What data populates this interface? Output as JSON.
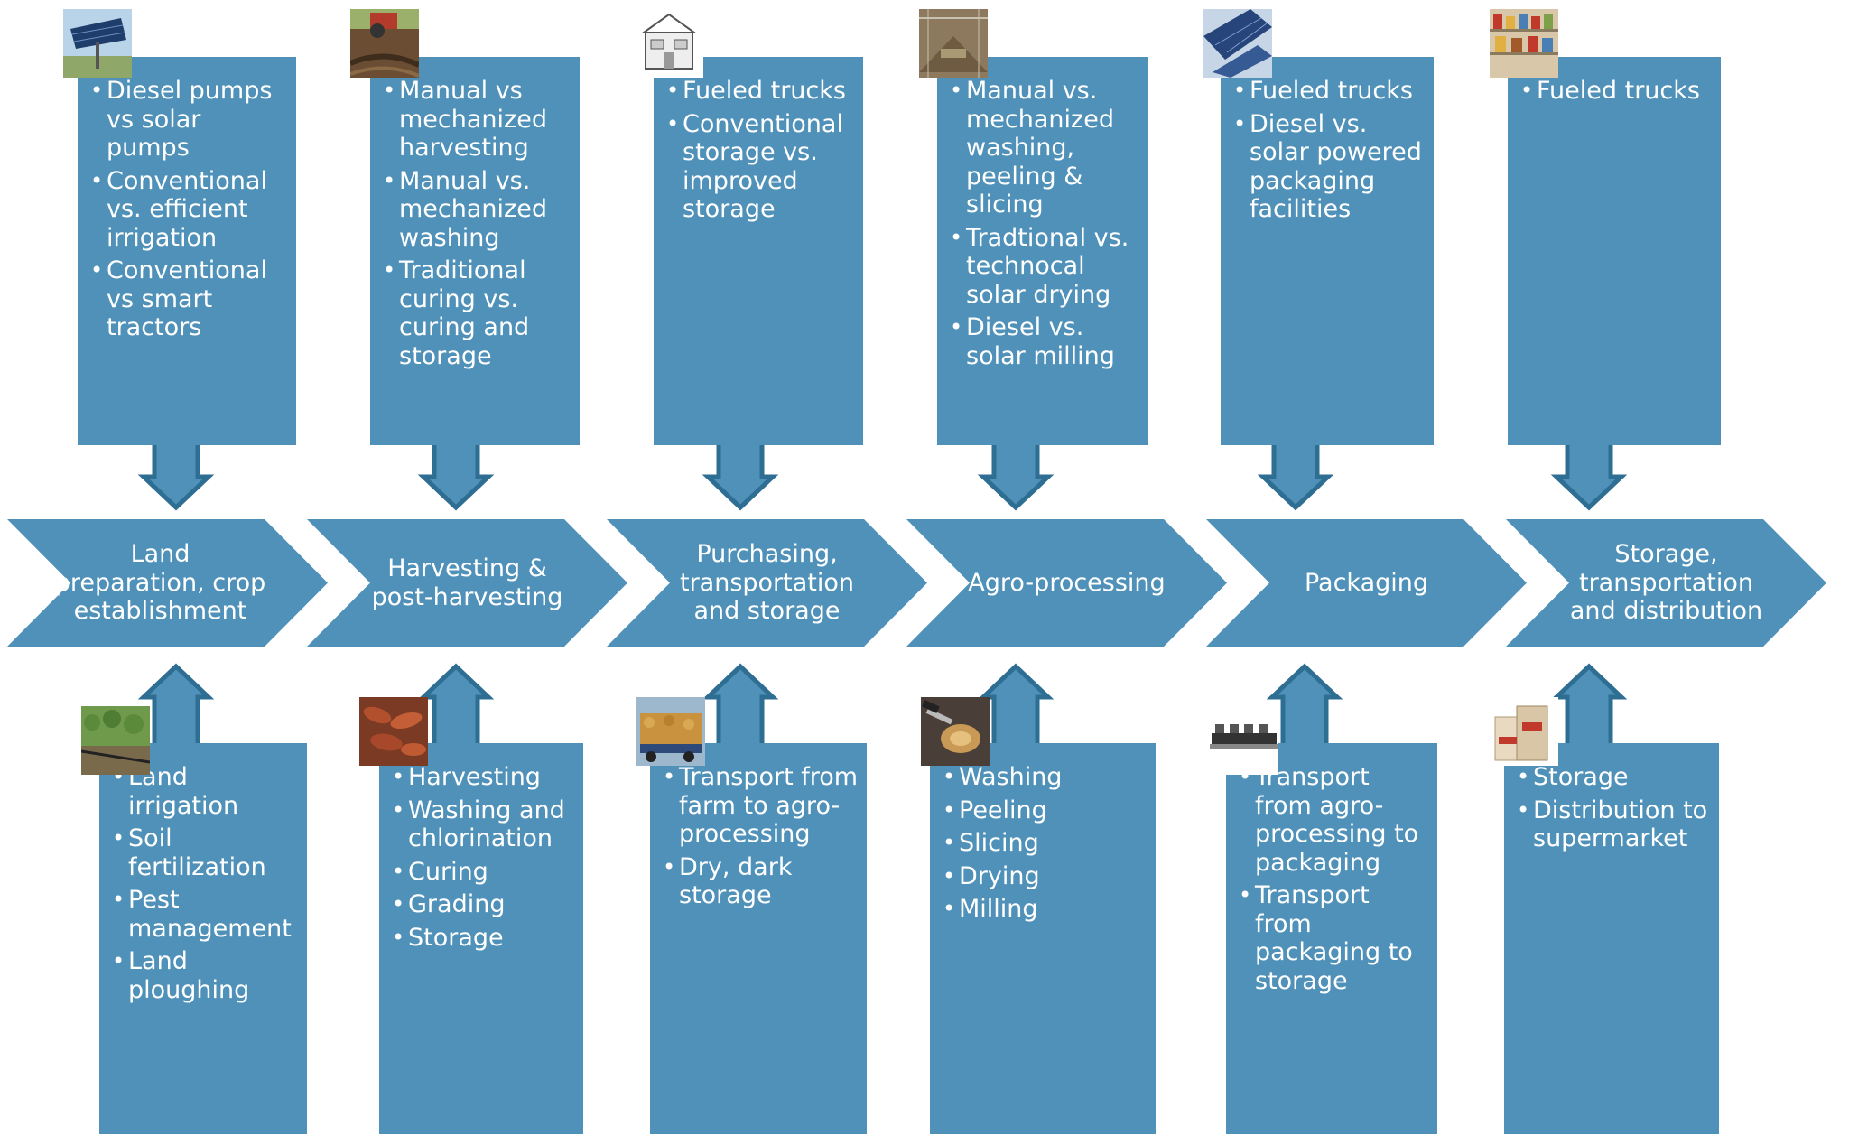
{
  "stages": [
    {
      "label": "Land preparation, crop establishment",
      "top_items": [
        "Diesel pumps vs solar pumps",
        "Conventional vs. efficient irrigation",
        "Conventional vs smart tractors"
      ],
      "bottom_items": [
        "Land irrigation",
        "Soil fertilization",
        "Pest management",
        "Land ploughing"
      ],
      "top_photo": "solar-pump-photo",
      "bottom_photo": "drip-irrigation-field-photo"
    },
    {
      "label": "Harvesting & post-harvesting",
      "top_items": [
        "Manual vs mechanized harvesting",
        "Manual vs. mechanized washing",
        "Traditional curing vs. curing and storage"
      ],
      "bottom_items": [
        "Harvesting",
        "Washing and chlorination",
        "Curing",
        "Grading",
        "Storage"
      ],
      "top_photo": "tractor-harvest-photo",
      "bottom_photo": "sweet-potatoes-photo"
    },
    {
      "label": "Purchasing, transportation and storage",
      "top_items": [
        "Fueled trucks",
        "Conventional storage vs. improved storage"
      ],
      "bottom_items": [
        "Transport from farm to agro-processing",
        "Dry, dark storage"
      ],
      "top_photo": "storage-building-sketch",
      "bottom_photo": "loaded-truck-photo"
    },
    {
      "label": "Agro-processing",
      "top_items": [
        "Manual vs. mechanized washing, peeling & slicing",
        "Tradtional vs. technocal solar drying",
        "Diesel vs. solar milling"
      ],
      "bottom_items": [
        "Washing",
        "Peeling",
        "Slicing",
        "Drying",
        "Milling"
      ],
      "top_photo": "solar-dryer-tunnel-photo",
      "bottom_photo": "peeling-potato-photo"
    },
    {
      "label": "Packaging",
      "top_items": [
        "Fueled trucks",
        "Diesel vs. solar powered packaging facilities"
      ],
      "bottom_items": [
        "Transport from agro-processing to packaging",
        "Transport from packaging to storage"
      ],
      "top_photo": "solar-panels-photo",
      "bottom_photo": "packaging-line-photo"
    },
    {
      "label": "Storage, transportation and distribution",
      "top_items": [
        "Fueled trucks"
      ],
      "bottom_items": [
        "Storage",
        "Distribution to supermarket"
      ],
      "top_photo": "supermarket-shelves-photo",
      "bottom_photo": "flour-bags-photo"
    }
  ],
  "colors": {
    "box_fill": "#4f91b8",
    "arrow_fill": "#4f91b8",
    "arrow_stroke": "#2f6e93",
    "text": "#ffffff"
  }
}
